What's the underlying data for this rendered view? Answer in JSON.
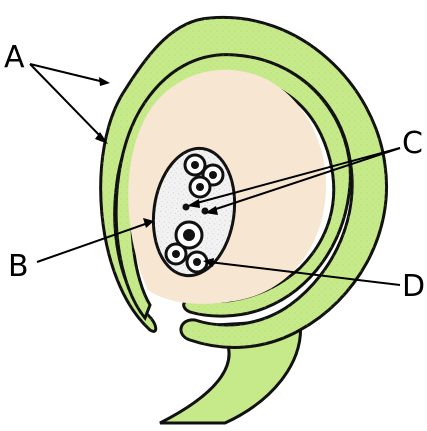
{
  "labels": {
    "a": "A",
    "b": "B",
    "c": "C",
    "d": "D"
  },
  "colors": {
    "integument": "#c6ea8a",
    "nucellus": "#f6e6d2",
    "embryo_sac": "#f2f2f2",
    "outline": "#111111"
  }
}
